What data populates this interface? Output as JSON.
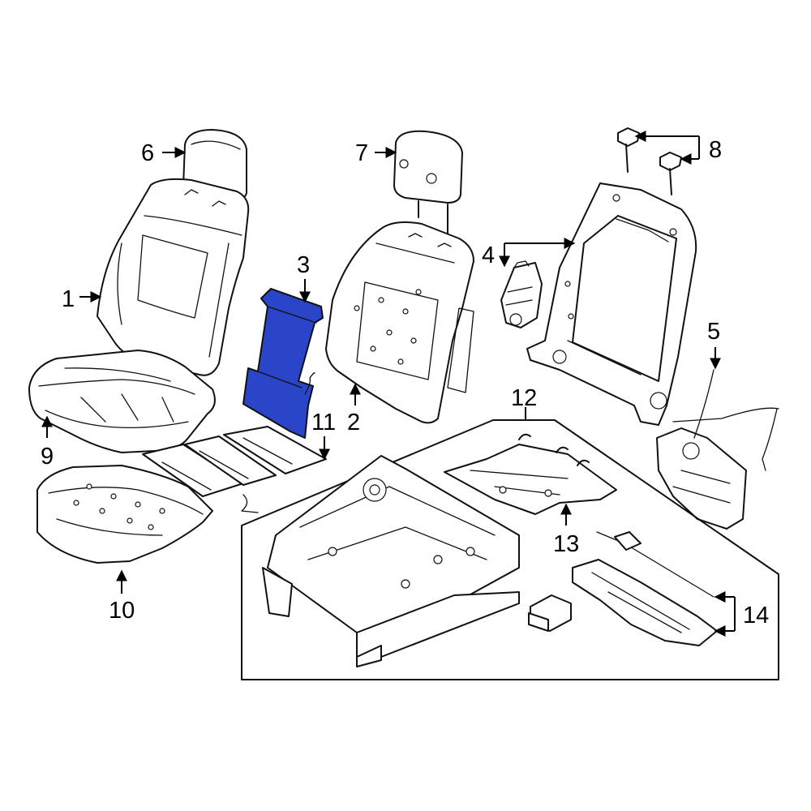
{
  "callouts": {
    "c1": "1",
    "c2": "2",
    "c3": "3",
    "c4": "4",
    "c5": "5",
    "c6": "6",
    "c7": "7",
    "c8": "8",
    "c9": "9",
    "c10": "10",
    "c11": "11",
    "c12": "12",
    "c13": "13",
    "c14": "14"
  },
  "colors": {
    "highlight": "#2b45c8",
    "line": "#111111",
    "background": "#ffffff"
  }
}
